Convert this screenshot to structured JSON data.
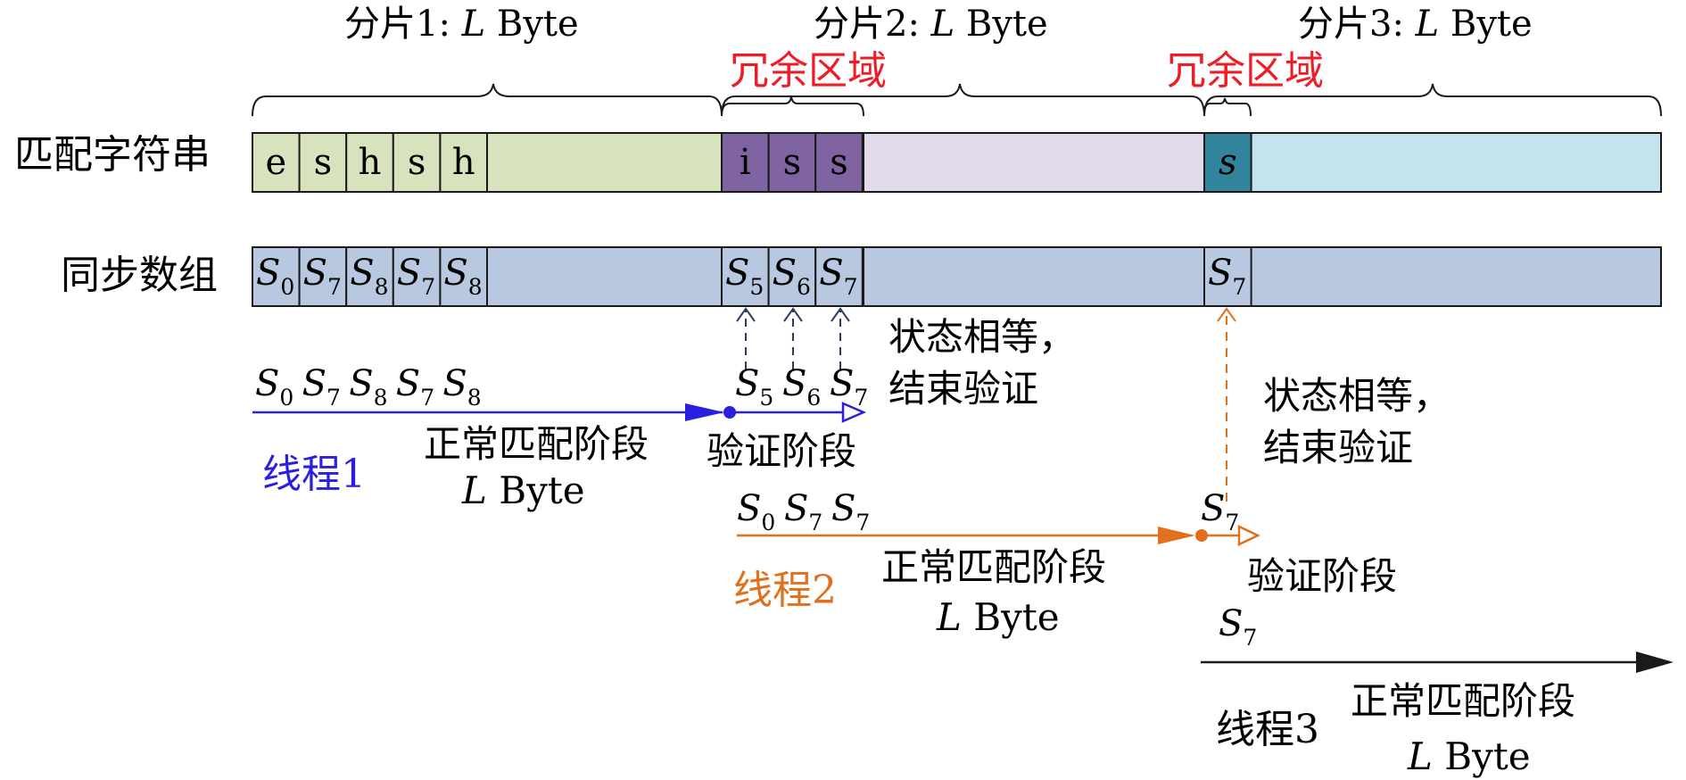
{
  "colors": {
    "shard1_fill": "#d6e3bc",
    "shard2_redundant_fill": "#8064a2",
    "shard2_fill": "#e2dcea",
    "shard3_redundant_fill": "#31849b",
    "shard3_fill": "#c4e3ec",
    "sync_fill": "#b8c8e0",
    "border": "#1a1a1a",
    "red": "#ee1c25",
    "blue": "#2a1ee0",
    "orange": "#e0701c",
    "dark_dash": "#2b3f5c"
  },
  "shard_labels": {
    "shard1": {
      "name": "分片1: ",
      "var": "L",
      "unit": " Byte"
    },
    "shard2": {
      "name": "分片2: ",
      "var": "L",
      "unit": " Byte"
    },
    "shard3": {
      "name": "分片3: ",
      "var": "L",
      "unit": " Byte"
    }
  },
  "redundant_label": "冗余区域",
  "row_labels": {
    "match_string": "匹配字符串",
    "sync_array": "同步数组"
  },
  "match_chars": {
    "shard1": [
      "e",
      "s",
      "h",
      "s",
      "h"
    ],
    "shard2": [
      "i",
      "s",
      "s"
    ],
    "shard3": [
      "s"
    ]
  },
  "sync_states": {
    "shard1": [
      "0",
      "7",
      "8",
      "7",
      "8"
    ],
    "shard2": [
      "5",
      "6",
      "7"
    ],
    "shard3": [
      "7"
    ]
  },
  "thread1": {
    "label": "线程1",
    "states": [
      "0",
      "7",
      "8",
      "7",
      "8"
    ],
    "verify_states": [
      "5",
      "6",
      "7"
    ],
    "phase": "正常匹配阶段",
    "verify_phase": "验证阶段",
    "length_var": "L",
    "length_unit": " Byte"
  },
  "thread2": {
    "label": "线程2",
    "states": [
      "0",
      "7",
      "7"
    ],
    "verify_states": [
      "7"
    ],
    "phase": "正常匹配阶段",
    "verify_phase": "验证阶段",
    "length_var": "L",
    "length_unit": " Byte"
  },
  "thread3": {
    "label": "线程3",
    "states": [
      "7"
    ],
    "phase": "正常匹配阶段",
    "length_var": "L",
    "length_unit": " Byte"
  },
  "state_symbol": "S",
  "equal_note_1": "状态相等，",
  "equal_note_2": "结束验证"
}
